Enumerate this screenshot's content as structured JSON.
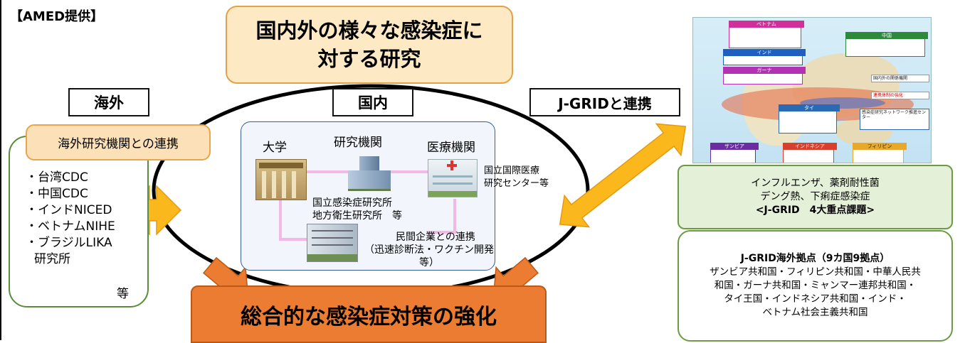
{
  "provider": "【AMED提供】",
  "title_line1": "国内外の様々な感染症に",
  "title_line2": "対する研究",
  "overseas": {
    "label": "海外",
    "collab": "海外研究機関との連携",
    "items": [
      "・台湾CDC",
      "・中国CDC",
      "・インドNICED",
      "・ベトナムNIHE",
      "・ブラジルLIKA",
      "研究所"
    ],
    "etc": "等"
  },
  "domestic": {
    "label": "国内",
    "university": "大学",
    "research": "研究機関",
    "medical": "医療機関",
    "niid_line1": "国立感染症研究所",
    "niid_line2": "地方衛生研究所　等",
    "ncgm_line1": "国立国際医療",
    "ncgm_line2": "研究センター等",
    "private_line1": "民間企業との連携",
    "private_line2": "（迅速診断法・ワクチン開発等）"
  },
  "jgrid_label": "J-GRIDと連携",
  "bottom_title": "総合的な感染症対策の強化",
  "topics": {
    "line1": "インフルエンザ、薬剤耐性菌",
    "line2": "デング熱、下痢症感染症",
    "line3": "<J-GRID　4大重点課題>"
  },
  "bases": {
    "title": "J-GRID海外拠点（9カ国9拠点）",
    "line1": "ザンビア共和国・フィリピン共和国・中華人民共",
    "line2": "和国・ガーナ共和国・ミャンマー連邦共和国・",
    "line3": "タイ王国・インドネシア共和国・インド・",
    "line4": "ベトナム社会主義共和国"
  },
  "map": {
    "labels": [
      "ベトナム",
      "インド",
      "ガーナ",
      "タイ",
      "ザンビア",
      "インドネシア",
      "フィリピン",
      "中国"
    ],
    "side_box1": "国内外の関係機関",
    "side_box2": "連携体制の強化",
    "side_box3": "感染症研究ネットワーク推進センター"
  },
  "colors": {
    "title_fill": "#fde9c4",
    "title_border": "#e5a048",
    "collab_fill": "#fce0b7",
    "collab_border": "#e7a54c",
    "bottom_fill": "#ec7c31",
    "arrow_fill": "#fbb81c",
    "green_fill": "#e5f0d8",
    "green_border": "#6e9a45",
    "domestic_fill": "#f2f6fc",
    "domestic_border": "#3b5f8e",
    "pink_link": "#f2b9e6"
  }
}
